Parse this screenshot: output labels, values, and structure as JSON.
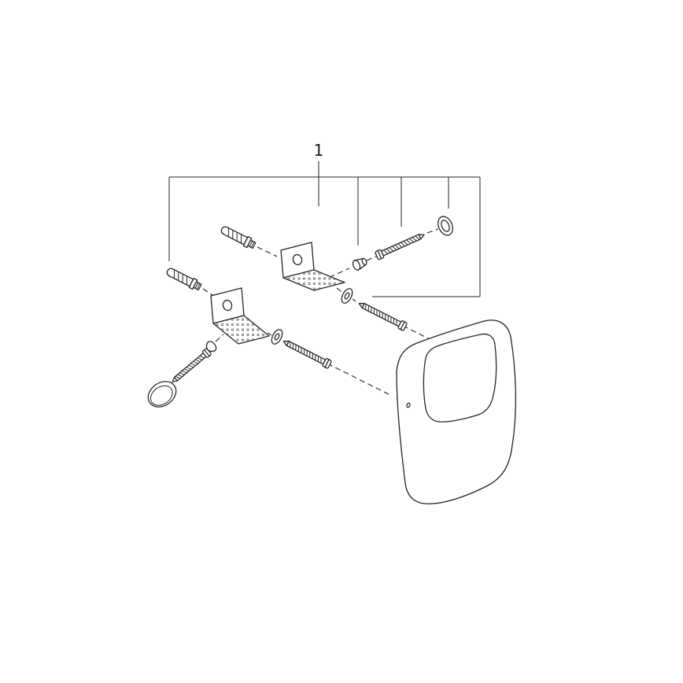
{
  "figure": {
    "callout": {
      "label": "1"
    },
    "kind": "exploded-installation-diagram",
    "parts": [
      "wall-plug-1",
      "wall-plug-2",
      "mounting-bracket-1",
      "mounting-bracket-2",
      "long-screw-top",
      "seal-ring",
      "spacer-sleeve",
      "washer-1",
      "washer-2",
      "fixing-screw-1",
      "fixing-screw-2",
      "fixing-screw-3",
      "cap-nut",
      "cover-cap",
      "urinal-body"
    ]
  },
  "colors": {
    "line": "#262626",
    "label": "#1a1a1a",
    "perf": "#4a4a4a"
  }
}
